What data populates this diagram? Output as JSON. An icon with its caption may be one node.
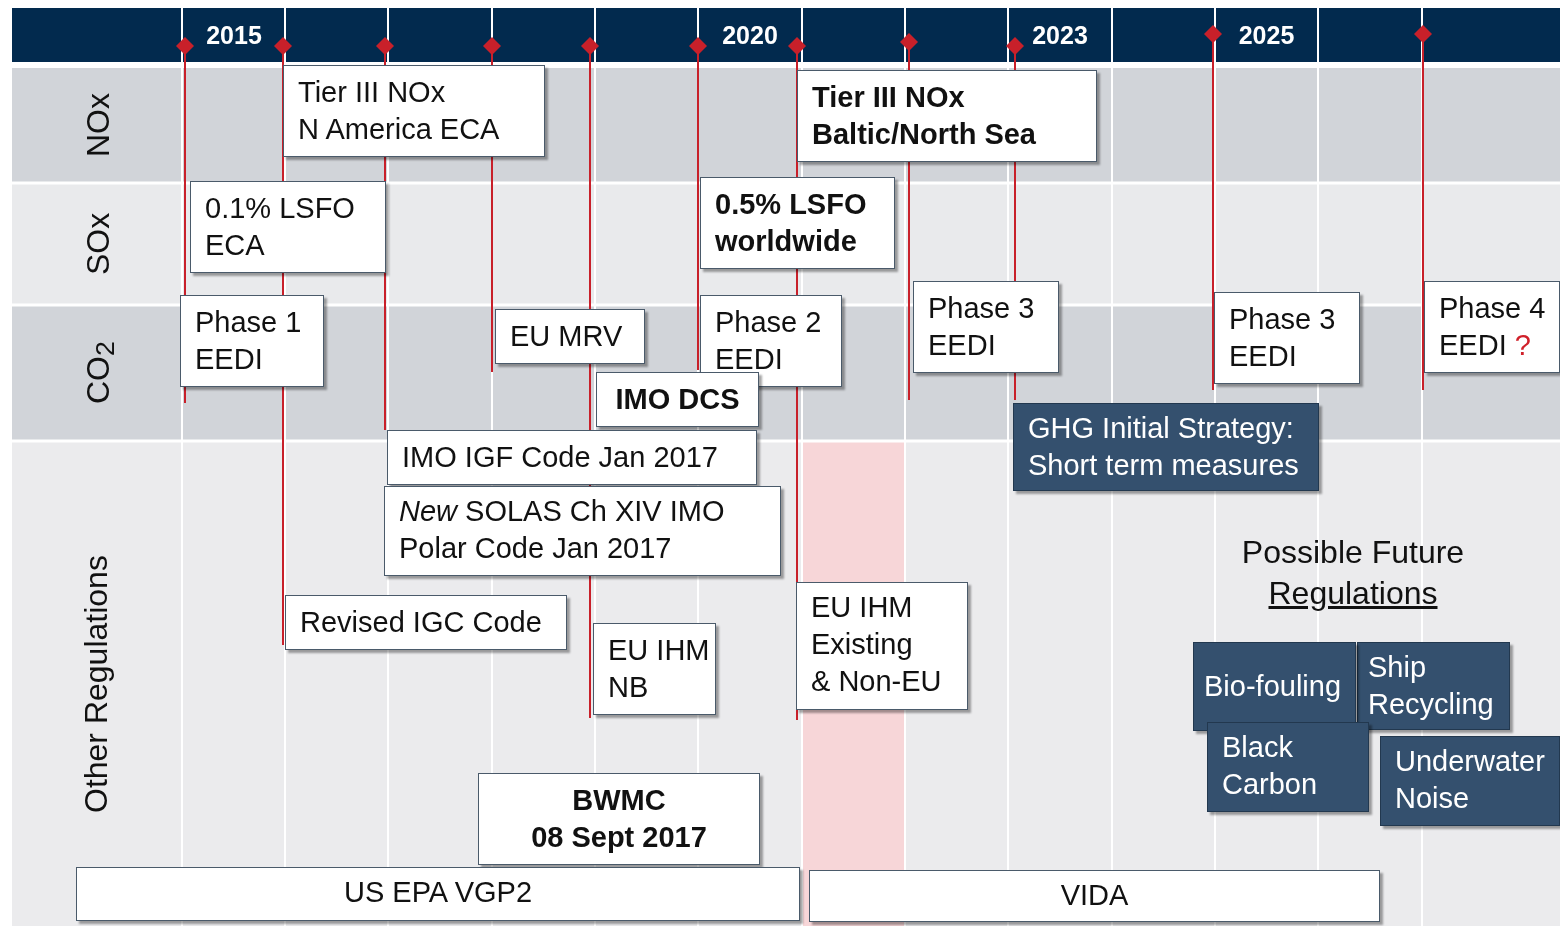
{
  "diagram": {
    "nodes": [
      {
        "text": [
          "Tier III NOx N America ECA"
        ]
      },
      {
        "text": [
          "Tier III NOx Baltic/North Sea"
        ]
      },
      {
        "text": [
          "0.1% LSFO ECA"
        ]
      },
      {
        "text": [
          "0.5% LSFO worldwide"
        ]
      },
      {
        "text": [
          "Phase 1 EEDI"
        ]
      },
      {
        "text": [
          "EU MRV"
        ]
      },
      {
        "text": [
          "Phase 2 EEDI"
        ]
      },
      {
        "text": [
          "Phase 3 EEDI"
        ]
      },
      {
        "text": [
          "Phase 3 EEDI"
        ]
      },
      {
        "text": [
          "Phase 4 EEDI",
          "?"
        ]
      },
      {
        "text": [
          "IMO DCS"
        ]
      },
      {
        "text": [
          "GHG Initial Strategy: Short term measures"
        ]
      },
      {
        "text": [
          "IMO IGF Code Jan 2017"
        ]
      },
      {
        "text": [
          "*New* SOLAS Ch XIV IMO Polar Code Jan 2017"
        ]
      },
      {
        "text": [
          "Revised IGC Code"
        ]
      },
      {
        "text": [
          "EU IHM NB"
        ]
      },
      {
        "text": [
          "EU IHM Existing & Non-EU"
        ]
      },
      {
        "text": [
          "Bio-fouling"
        ]
      },
      {
        "text": [
          "Ship Recycling"
        ]
      },
      {
        "text": [
          "Black Carbon"
        ]
      },
      {
        "text": [
          "Underwater Noise"
        ]
      },
      {
        "text": [
          "BWMC 08 Sept 2017"
        ]
      },
      {
        "text": [
          "US EPA VGP2"
        ]
      },
      {
        "text": [
          "VIDA"
        ]
      }
    ],
    "labels": [
      "2015",
      "2020",
      "2023",
      "2025",
      "NOx",
      "SOx",
      "CO$_{2}$",
      "Other Regulations",
      "Possible Future Regulations"
    ]
  }
}
